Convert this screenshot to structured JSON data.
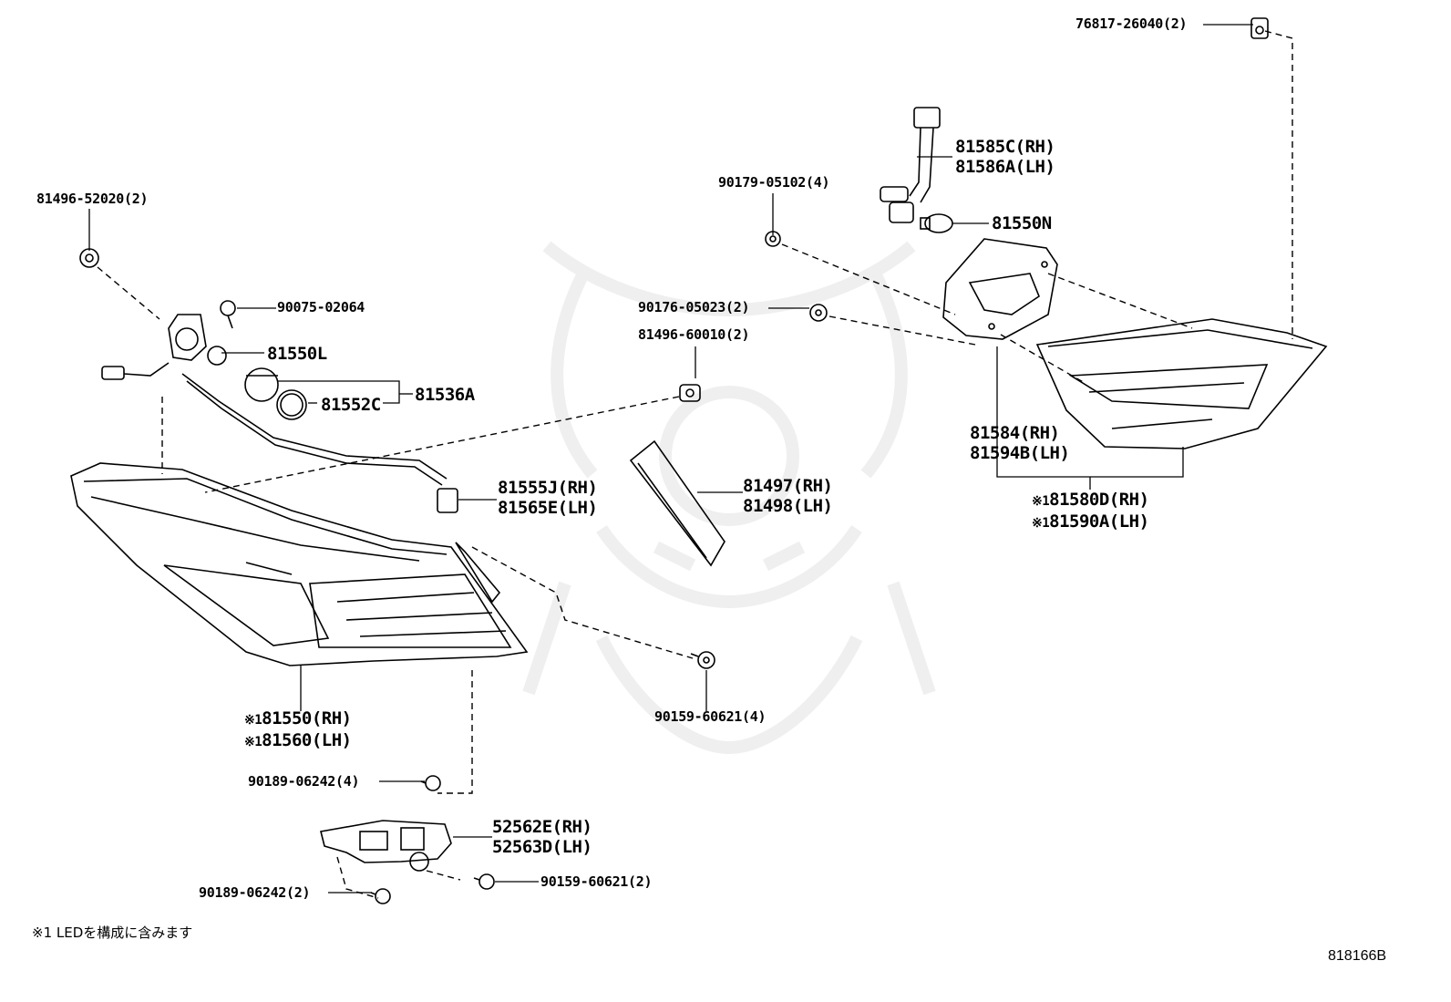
{
  "diagram": {
    "parts": {
      "p76817": "76817-26040(2)",
      "p81585c": "81585C(RH)",
      "p81586a": "81586A(LH)",
      "p90179": "90179-05102(4)",
      "p81550n": "81550N",
      "p81496a": "81496-52020(2)",
      "p90075": "90075-02064",
      "p81550l": "81550L",
      "p81536a": "81536A",
      "p81552c": "81552C",
      "p90176": "90176-05023(2)",
      "p81496b": "81496-60010(2)",
      "p81584": "81584(RH)",
      "p81594b": "81594B(LH)",
      "p81580d": "81580D(RH)",
      "p81590a": "81590A(LH)",
      "p81555j": "81555J(RH)",
      "p81565e": "81565E(LH)",
      "p81497": "81497(RH)",
      "p81498": "81498(LH)",
      "p81550": "81550(RH)",
      "p81560": "81560(LH)",
      "p90159a": "90159-60621(4)",
      "p90189a": "90189-06242(4)",
      "p52562e": "52562E(RH)",
      "p52563d": "52563D(LH)",
      "p90159b": "90159-60621(2)",
      "p90189b": "90189-06242(2)"
    },
    "mark": "※1",
    "footnote": "※1 LEDを構成に含みます",
    "diagram_code": "818166B"
  }
}
